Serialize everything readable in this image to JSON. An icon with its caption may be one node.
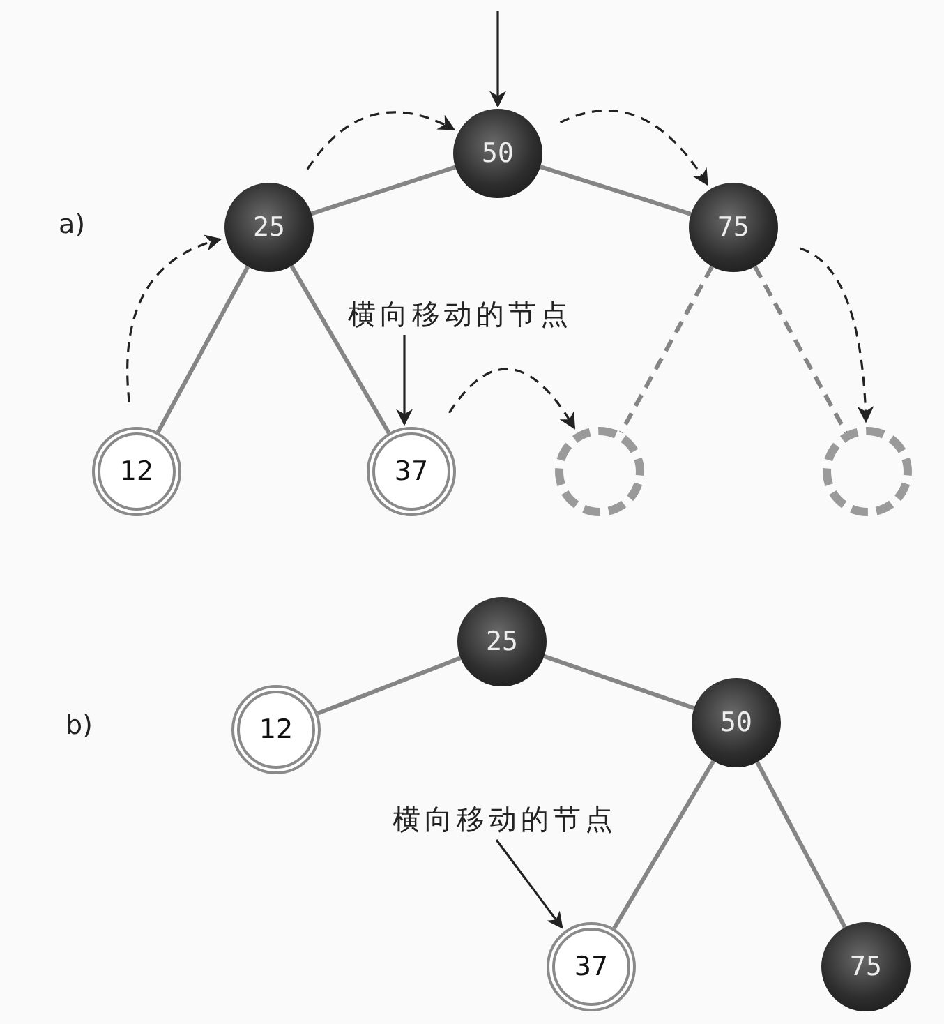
{
  "diagram": {
    "nodes": [
      {
        "text": [
          "50"
        ]
      },
      {
        "text": [
          "25"
        ]
      },
      {
        "text": [
          "75"
        ]
      },
      {
        "text": [
          "12"
        ]
      },
      {
        "text": [
          "37"
        ]
      },
      {
        "text": [],
        "shape": "circle"
      },
      {
        "text": [],
        "shape": "circle"
      },
      {
        "text": [
          "横向移动的节点"
        ]
      },
      {
        "text": [
          "25"
        ]
      },
      {
        "text": [
          "12"
        ]
      },
      {
        "text": [
          "50"
        ]
      },
      {
        "text": [
          "37"
        ]
      },
      {
        "text": [
          "75"
        ]
      },
      {
        "text": [
          "横向移动的节点"
        ]
      }
    ],
    "edges": [
      {
        "from": 0,
        "to": 1,
        "arrow": "none"
      },
      {
        "from": 0,
        "to": 2,
        "arrow": "none"
      },
      {
        "from": 1,
        "to": 3,
        "arrow": "none"
      },
      {
        "from": 1,
        "to": 4,
        "arrow": "none"
      },
      {
        "from": 2,
        "to": 5,
        "arrow": "none",
        "style": "dashed"
      },
      {
        "from": 2,
        "to": 6,
        "arrow": "none",
        "style": "dashed"
      },
      {
        "from": null,
        "to": 0,
        "arrow": "to",
        "color": "#222222"
      },
      {
        "from": 3,
        "to": 1,
        "arrow": "to",
        "style": "dashed",
        "color": "#222222"
      },
      {
        "from": 1,
        "to": 0,
        "arrow": "to",
        "style": "dashed",
        "color": "#222222"
      },
      {
        "from": 0,
        "to": 2,
        "arrow": "to",
        "style": "dashed",
        "color": "#222222"
      },
      {
        "from": 4,
        "to": 5,
        "arrow": "to",
        "style": "dashed",
        "color": "#222222"
      },
      {
        "from": 2,
        "to": 6,
        "arrow": "to",
        "style": "dashed",
        "color": "#222222"
      },
      {
        "from": 7,
        "to": 4,
        "arrow": "to",
        "color": "#222222"
      },
      {
        "from": 8,
        "to": 9,
        "arrow": "none"
      },
      {
        "from": 8,
        "to": 10,
        "arrow": "none"
      },
      {
        "from": 10,
        "to": 11,
        "arrow": "none"
      },
      {
        "from": 10,
        "to": 12,
        "arrow": "none"
      },
      {
        "from": 13,
        "to": 11,
        "arrow": "to",
        "color": "#222222"
      }
    ],
    "labels": [
      "a)",
      "b)"
    ]
  }
}
